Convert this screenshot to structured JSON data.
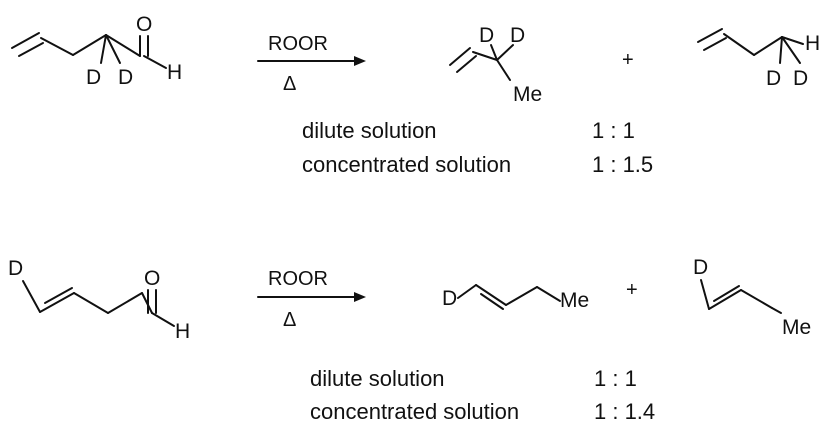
{
  "reaction_1": {
    "reactant": {
      "atoms": {
        "o": "O",
        "h": "H",
        "d1": "D",
        "d2": "D"
      }
    },
    "reagent": "ROOR",
    "heat": "Δ",
    "product_1": {
      "atoms": {
        "d1": "D",
        "d2": "D",
        "me": "Me"
      }
    },
    "plus": "+",
    "product_2": {
      "atoms": {
        "h": "H",
        "d1": "D",
        "d2": "D"
      }
    },
    "conditions": [
      {
        "label": "dilute solution",
        "ratio": "1 : 1"
      },
      {
        "label": "concentrated solution",
        "ratio": "1 : 1.5"
      }
    ]
  },
  "reaction_2": {
    "reactant": {
      "atoms": {
        "d": "D",
        "o": "O",
        "h": "H"
      }
    },
    "reagent": "ROOR",
    "heat": "Δ",
    "product_1": {
      "atoms": {
        "d": "D",
        "me": "Me"
      }
    },
    "plus": "+",
    "product_2": {
      "atoms": {
        "d": "D",
        "me": "Me"
      }
    },
    "conditions": [
      {
        "label": "dilute solution",
        "ratio": "1 : 1"
      },
      {
        "label": "concentrated solution",
        "ratio": "1 : 1.4"
      }
    ]
  }
}
